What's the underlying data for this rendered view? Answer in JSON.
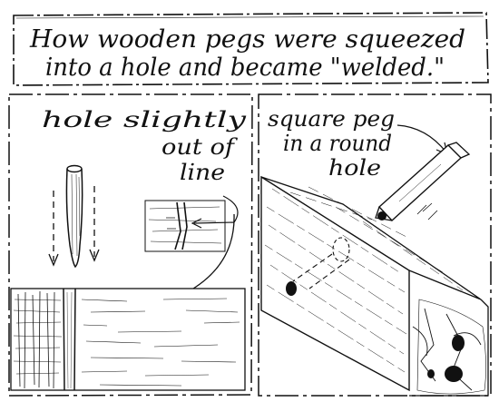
{
  "title": {
    "line1": "How wooden pegs were squeezed",
    "line2": "into a hole and became \"welded.\""
  },
  "left_panel": {
    "caption_line1": "hole slightly",
    "caption_line2": "out of",
    "caption_line3": "line"
  },
  "right_panel": {
    "caption_line1": "square peg",
    "caption_line2": "in a round",
    "caption_line3": "hole"
  },
  "colors": {
    "ink": "#111111",
    "paper": "#ffffff"
  }
}
